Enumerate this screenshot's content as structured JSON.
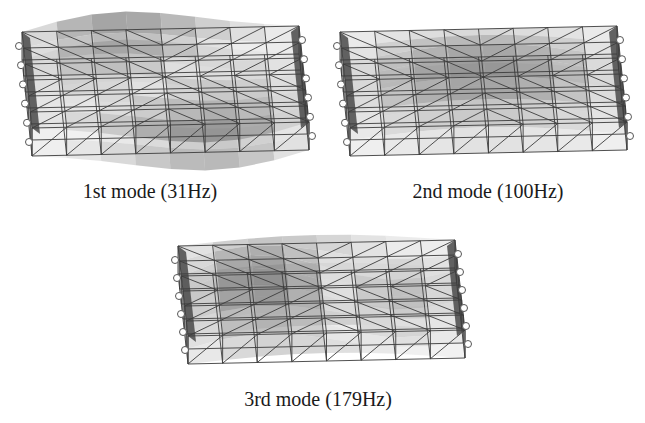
{
  "diagram": {
    "labels": [
      "1st mode (31Hz)",
      "2nd mode (100Hz)",
      "3rd mode (179Hz)"
    ]
  }
}
